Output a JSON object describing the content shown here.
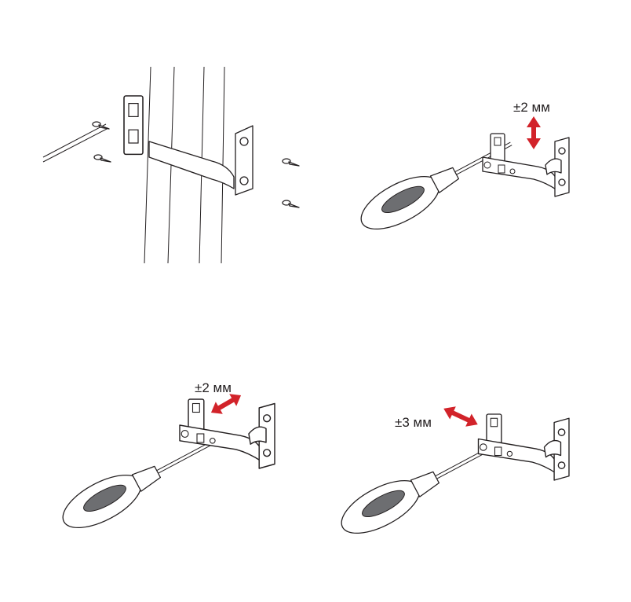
{
  "diagram": {
    "steps": [
      {
        "id": "mount",
        "label": ""
      },
      {
        "id": "vertical-adjust",
        "label": "±2 мм"
      },
      {
        "id": "depth-adjust",
        "label": "±2 мм"
      },
      {
        "id": "side-adjust",
        "label": "±3 мм"
      }
    ],
    "arrow_color": "#d2232a",
    "line_color": "#231f20"
  }
}
